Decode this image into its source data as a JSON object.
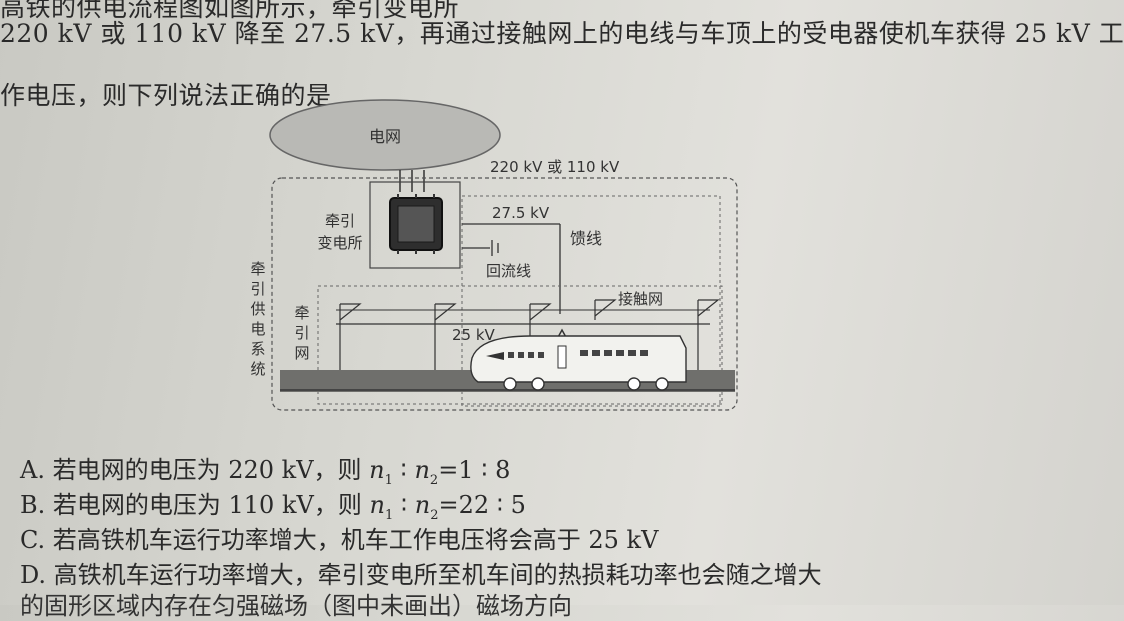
{
  "question": {
    "top_partial": "高铁的供电流程图如图所示，牵引变电所",
    "line1": "220 kV 或 110 kV 降至 27.5 kV，再通过接触网上的电线与车顶上的受电器使机车获得 25 kV 工",
    "line2": "作电压，则下列说法正确的是"
  },
  "diagram": {
    "grid": "电网",
    "grid_voltage": "220 kV 或 110 kV",
    "substation": "牵引变电所",
    "substation_line1": "牵引",
    "substation_line2": "变电所",
    "feeder_voltage": "27.5 kV",
    "feeder": "馈线",
    "return_line": "回流线",
    "contact_net": "接触网",
    "train_voltage": "25 kV",
    "traction_net": [
      "牵",
      "引",
      "网"
    ],
    "supply_system": [
      "牵",
      "引",
      "供",
      "电",
      "系",
      "统"
    ]
  },
  "options": {
    "A": {
      "prefix": "A. 若电网的电压为 220 kV，则 ",
      "n1": "n",
      "s1": "1",
      "colon": " ∶ ",
      "n2": "n",
      "s2": "2",
      "suffix": "=1 ∶ 8"
    },
    "B": {
      "prefix": "B. 若电网的电压为 110 kV，则 ",
      "n1": "n",
      "s1": "1",
      "colon": " ∶ ",
      "n2": "n",
      "s2": "2",
      "suffix": "=22 ∶ 5"
    },
    "C": "C. 若高铁机车运行功率增大，机车工作电压将会高于 25 kV",
    "D": "D. 高铁机车运行功率增大，牵引变电所至机车间的热损耗功率也会随之增大"
  },
  "bottom_partial": "的固形区域内存在匀强磁场（图中未画出）磁场方向"
}
